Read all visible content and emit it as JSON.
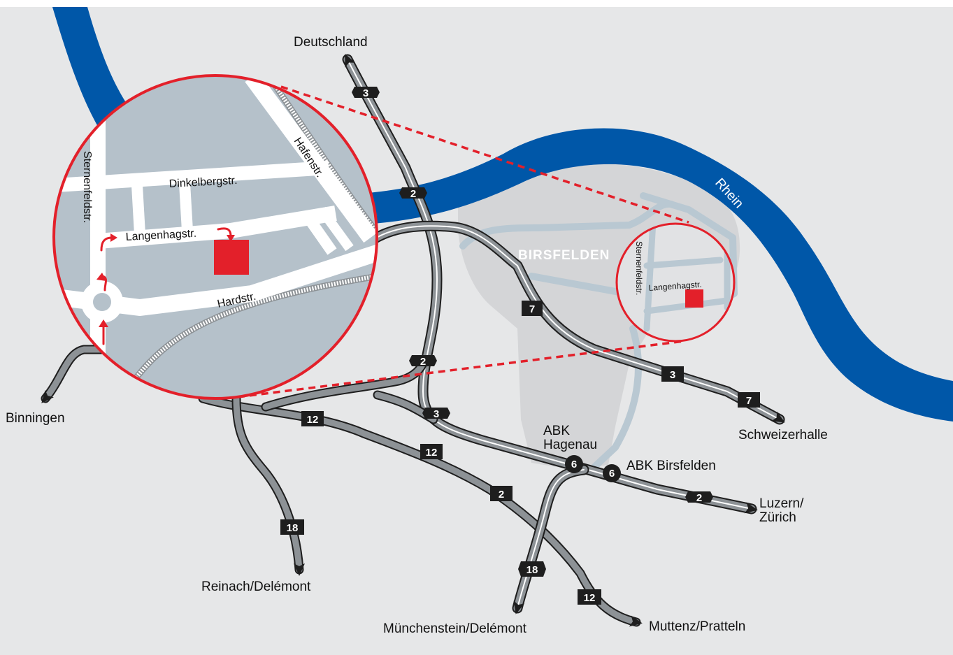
{
  "colors": {
    "background": "#e6e7e8",
    "water": "#0057a8",
    "urban_area": "#d4d5d7",
    "local_roads": "#b9c8d2",
    "detail_circle_fill": "#b5c1ca",
    "highlight_red": "#e3202a",
    "motorway": "#8d9296",
    "shield": "#1e1e1e"
  },
  "river": {
    "label": "Rhein"
  },
  "town": {
    "label": "BIRSFELDEN"
  },
  "destinations": {
    "north": "Deutschland",
    "west": "Binningen",
    "east": "Schweizerhalle",
    "southeast_1": "Luzern/",
    "southeast_2": "Zürich",
    "south_west": "Reinach/Delémont",
    "south": "Münchenstein/Delémont",
    "south_east": "Muttenz/Pratteln"
  },
  "junctions": {
    "hagenau_1": "ABK",
    "hagenau_2": "Hagenau",
    "birsfelden": "ABK Birsfelden",
    "number": "6"
  },
  "shields": [
    "3",
    "2",
    "2",
    "3",
    "2",
    "7",
    "3",
    "7",
    "12",
    "12",
    "2",
    "18",
    "18",
    "12"
  ],
  "detail_map": {
    "streets": {
      "sternenfeld": "Sternenfeldstr.",
      "dinkelberg": "Dinkelbergstr.",
      "hafen": "Hafenstr.",
      "langenhag": "Langenhagstr.",
      "hard": "Hardstr."
    }
  },
  "inset_map": {
    "streets": {
      "sternenfeld": "Sternenfeldstr.",
      "langenhag": "Langenhagstr."
    }
  }
}
